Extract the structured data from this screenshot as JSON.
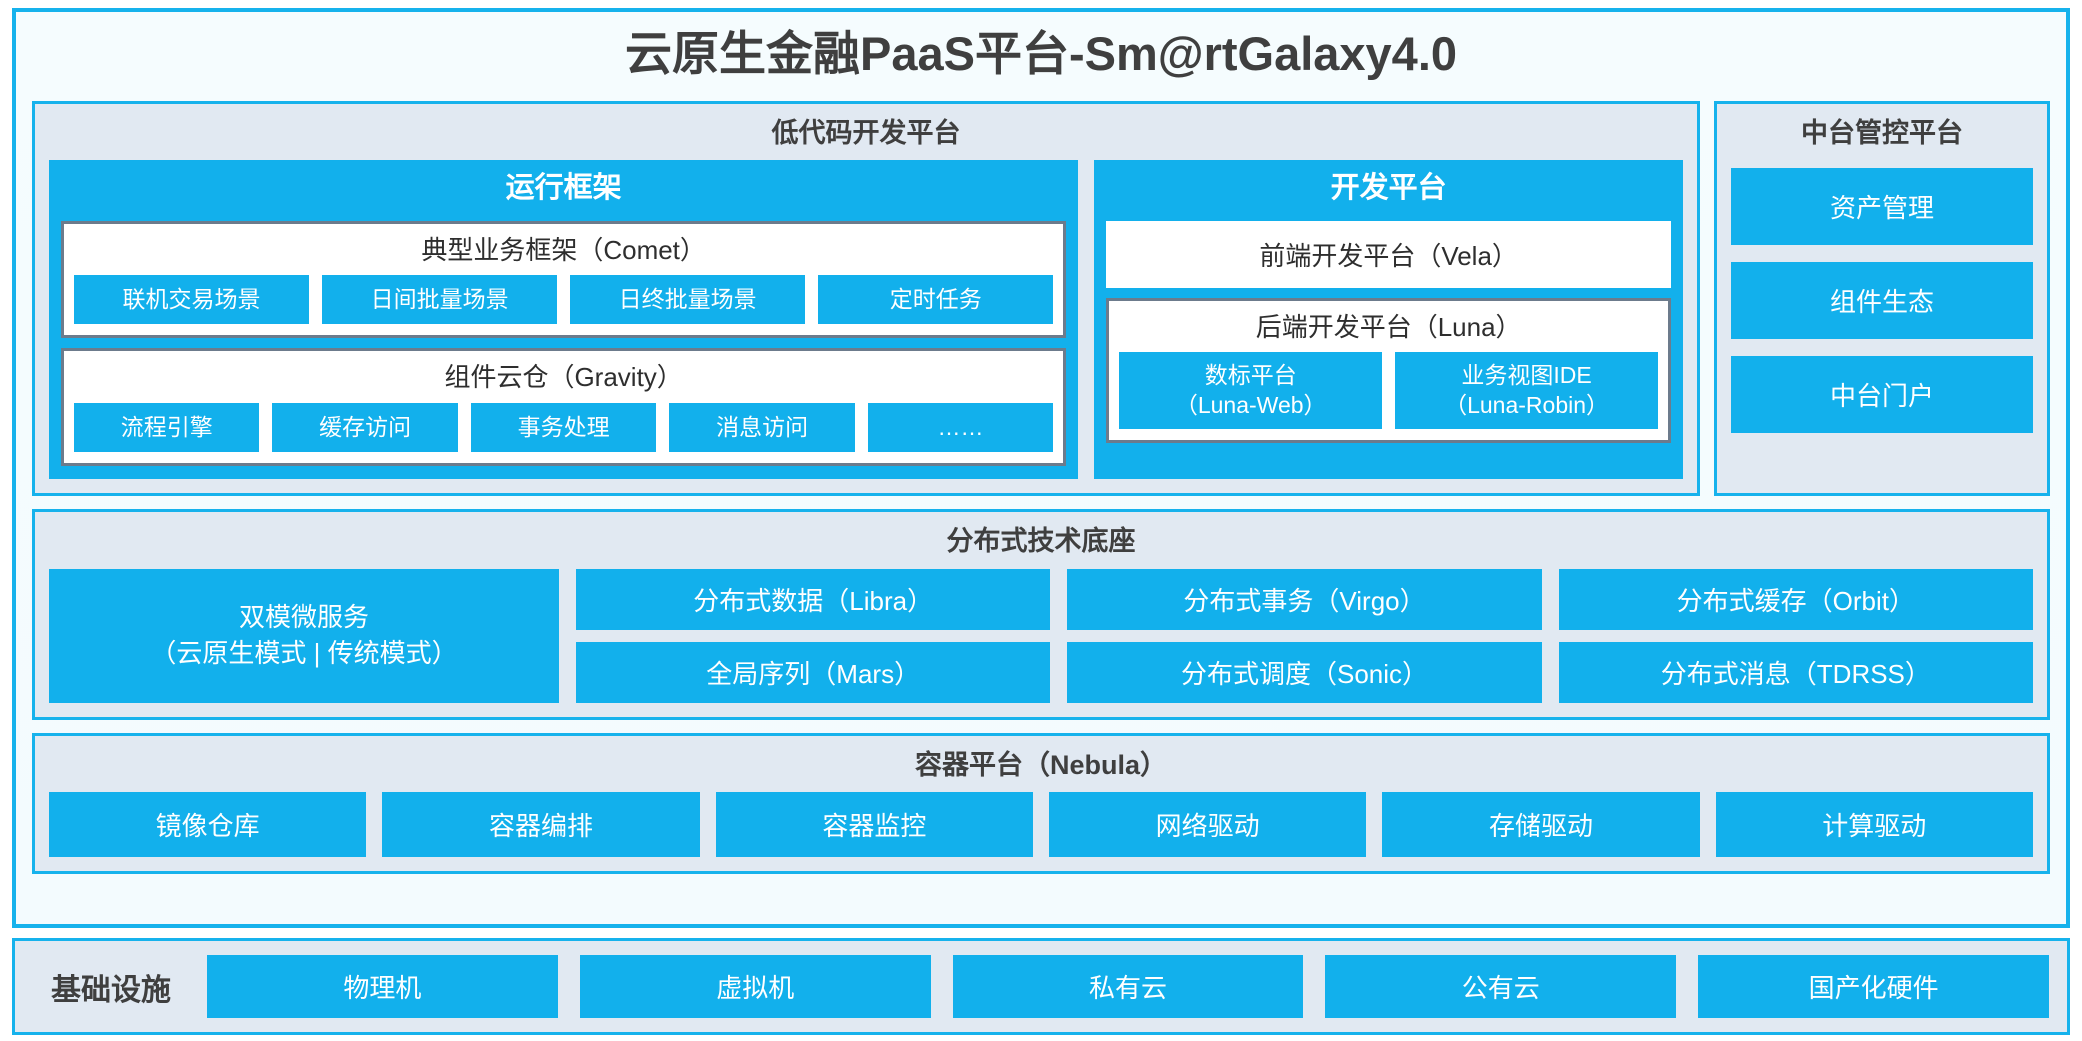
{
  "colors": {
    "accent": "#12b0ec",
    "frame_border": "#16b2ec",
    "panel_bg": "#e1e9f2",
    "card_border": "#6c7b8c",
    "text_dark": "#3f3f3f"
  },
  "title": "云原生金融PaaS平台-Sm@rtGalaxy4.0",
  "lowcode": {
    "title": "低代码开发平台",
    "runtime": {
      "title": "运行框架",
      "comet": {
        "title": "典型业务框架（Comet）",
        "items": [
          "联机交易场景",
          "日间批量场景",
          "日终批量场景",
          "定时任务"
        ]
      },
      "gravity": {
        "title": "组件云仓（Gravity）",
        "items": [
          "流程引擎",
          "缓存访问",
          "事务处理",
          "消息访问",
          "……"
        ]
      }
    },
    "devplatform": {
      "title": "开发平台",
      "frontend": "前端开发平台（Vela）",
      "backend": {
        "title": "后端开发平台（Luna）",
        "items": [
          "数标平台\n（Luna-Web）",
          "业务视图IDE\n（Luna-Robin）"
        ]
      }
    }
  },
  "console": {
    "title": "中台管控平台",
    "items": [
      "资产管理",
      "组件生态",
      "中台门户"
    ]
  },
  "distributed": {
    "title": "分布式技术底座",
    "wide": "双模微服务\n（云原生模式 | 传统模式）",
    "columns": [
      [
        "分布式数据（Libra）",
        "全局序列（Mars）"
      ],
      [
        "分布式事务（Virgo）",
        "分布式调度（Sonic）"
      ],
      [
        "分布式缓存（Orbit）",
        "分布式消息（TDRSS）"
      ]
    ]
  },
  "container": {
    "title": "容器平台（Nebula）",
    "items": [
      "镜像仓库",
      "容器编排",
      "容器监控",
      "网络驱动",
      "存储驱动",
      "计算驱动"
    ]
  },
  "infrastructure": {
    "label": "基础设施",
    "items": [
      "物理机",
      "虚拟机",
      "私有云",
      "公有云",
      "国产化硬件"
    ]
  }
}
